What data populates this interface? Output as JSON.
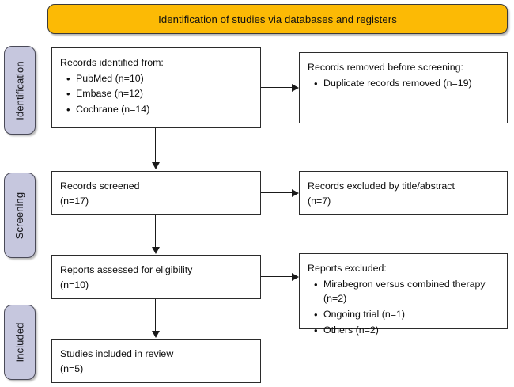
{
  "diagram": {
    "type": "prisma-flow-diagram",
    "banner": {
      "title": "Identification of studies via databases and registers",
      "color": "#fcba05"
    },
    "stages": [
      {
        "id": "identification",
        "label": "Identification",
        "color": "#c6c7de"
      },
      {
        "id": "screening",
        "label": "Screening",
        "color": "#c6c7de"
      },
      {
        "id": "included",
        "label": "Included",
        "color": "#c6c7de"
      }
    ],
    "boxes": {
      "records_identified": {
        "heading": "Records identified from:",
        "items": [
          "PubMed (n=10)",
          "Embase (n=12)",
          "Cochrane (n=14)"
        ]
      },
      "records_removed": {
        "heading": "Records removed before screening:",
        "items": [
          "Duplicate records removed (n=19)"
        ]
      },
      "records_screened": {
        "line1": "Records screened",
        "line2": "(n=17)"
      },
      "records_excluded": {
        "line1": "Records excluded by title/abstract",
        "line2": "(n=7)"
      },
      "reports_assessed": {
        "line1": "Reports assessed for eligibility",
        "line2": "(n=10)"
      },
      "reports_excluded": {
        "heading": "Reports excluded:",
        "items": [
          "Mirabegron versus combined therapy (n=2)",
          "Ongoing trial (n=1)",
          "Others (n=2)"
        ]
      },
      "studies_included": {
        "line1": "Studies included in review",
        "line2": "(n=5)"
      }
    }
  }
}
